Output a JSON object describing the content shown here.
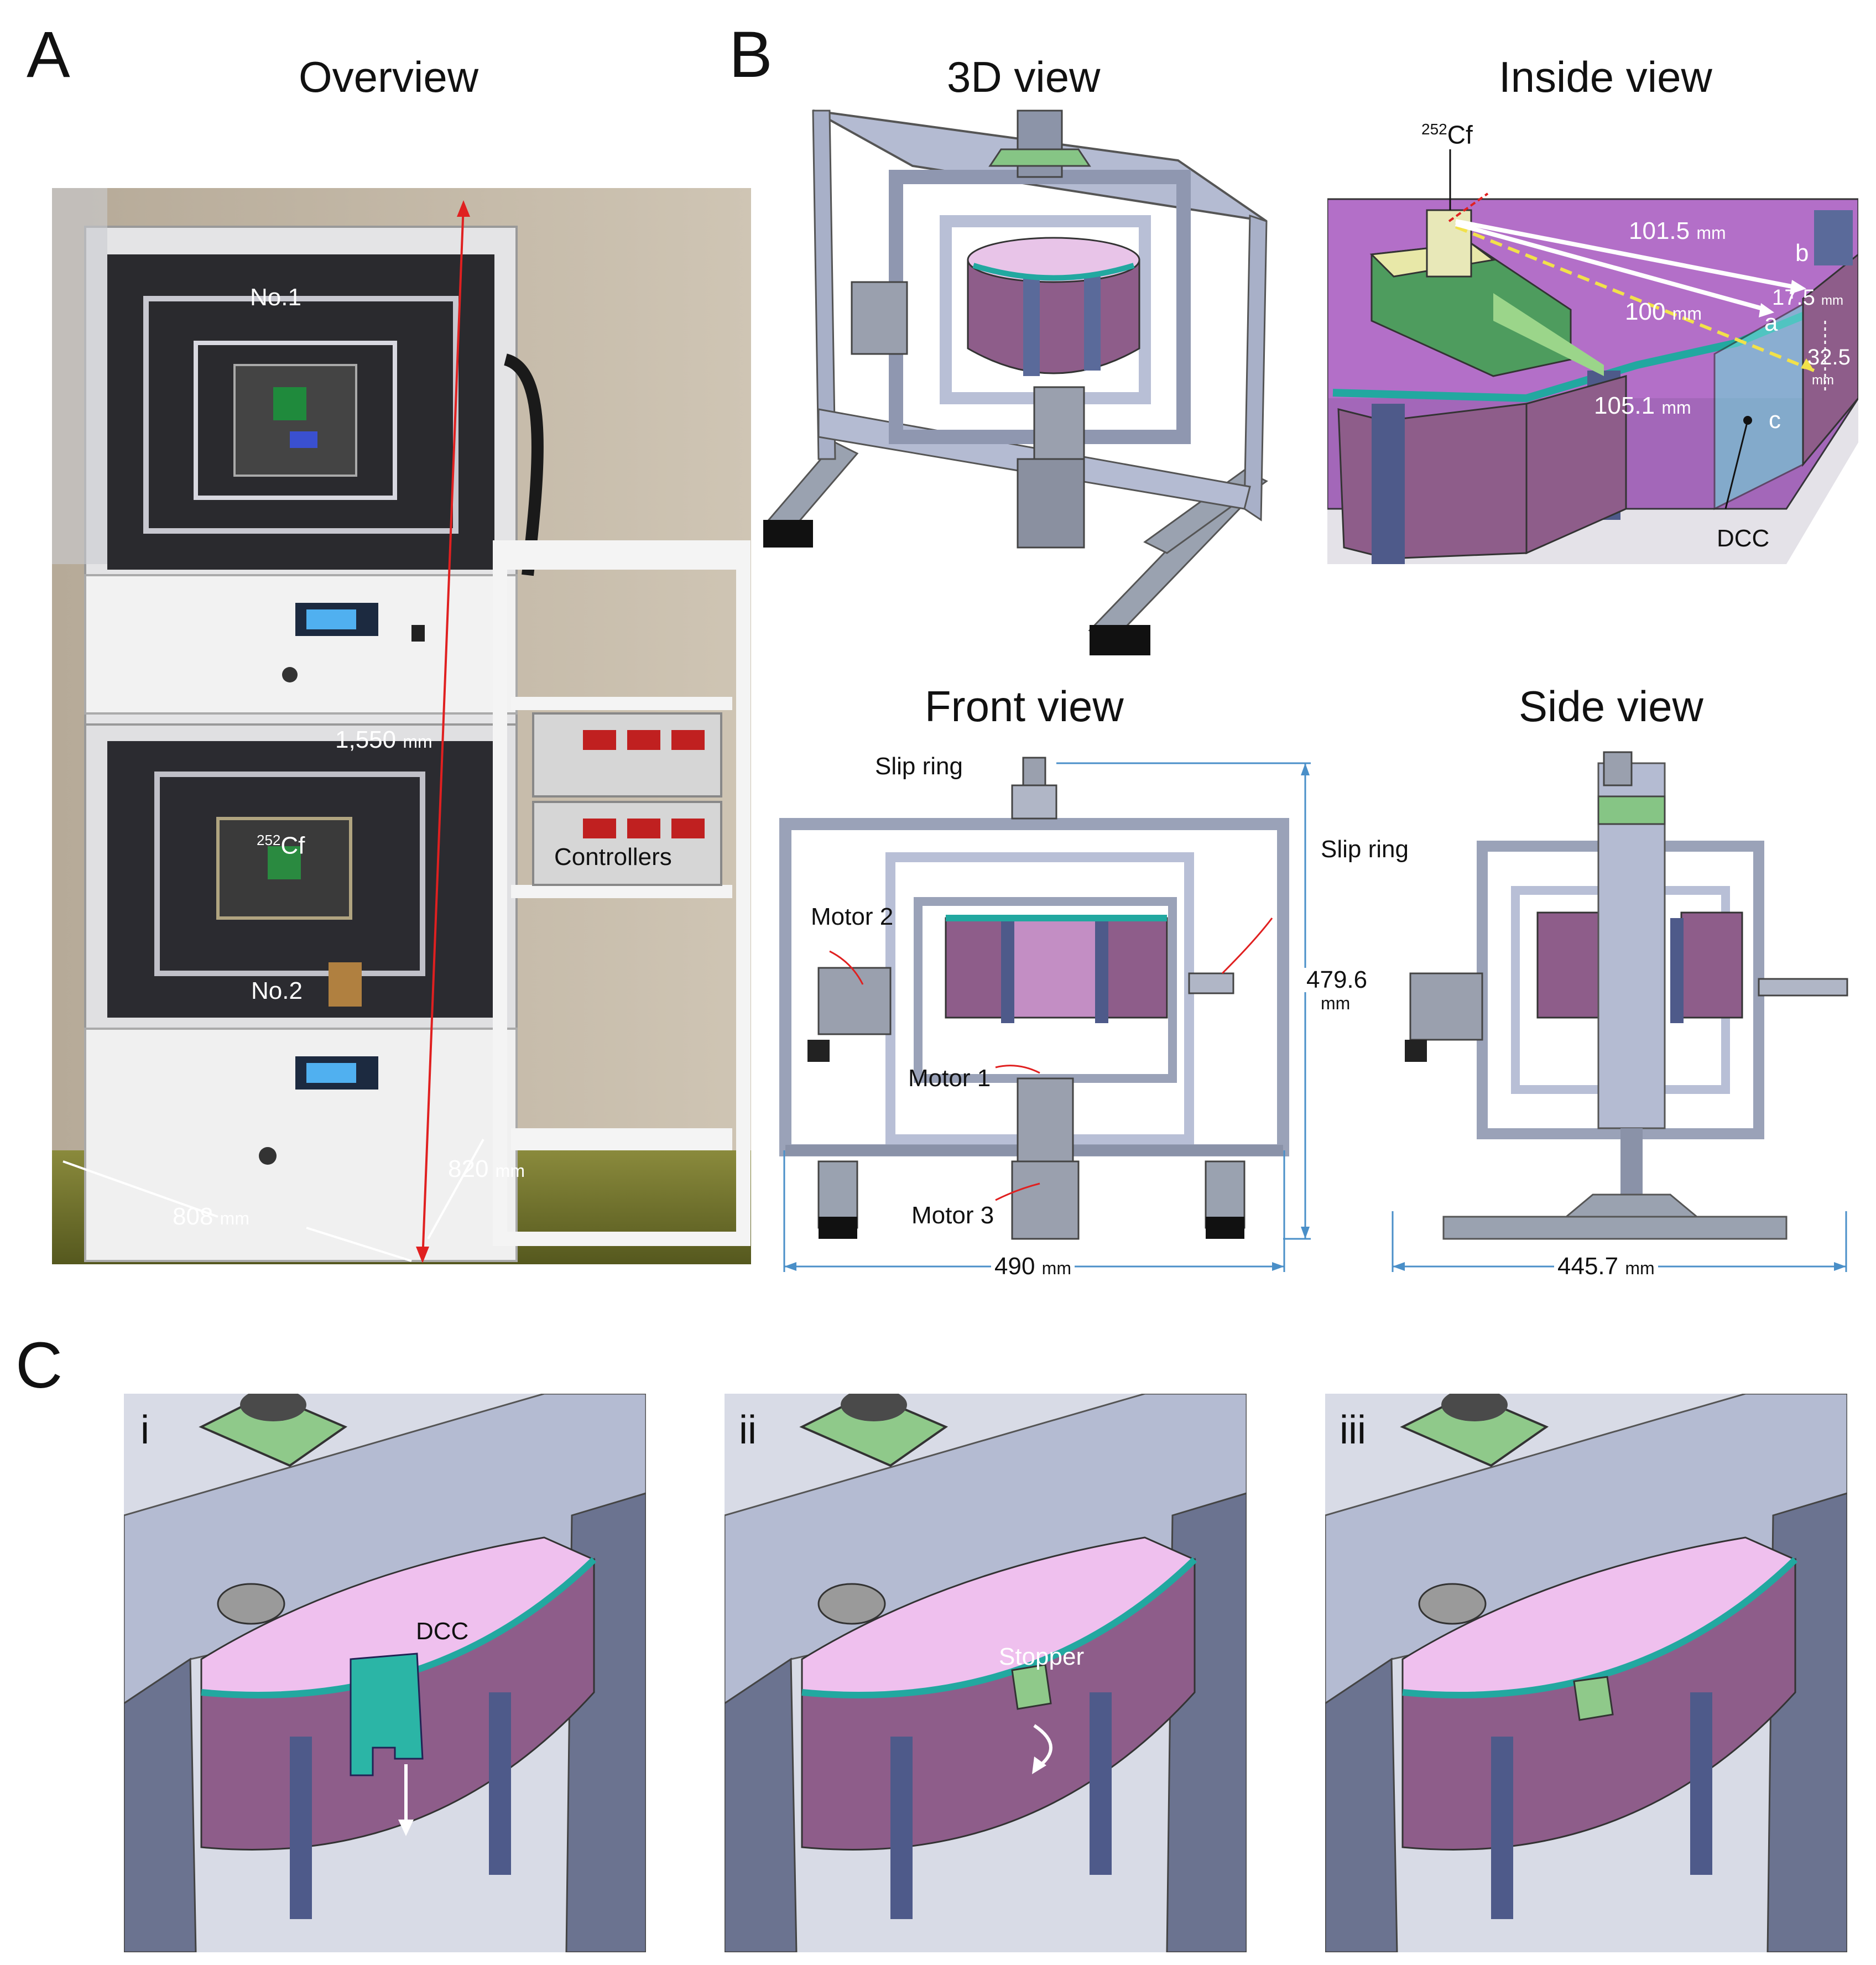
{
  "panels": {
    "A": {
      "letter": "A",
      "title": "Overview",
      "labels": {
        "no1": "No.1",
        "no2": "No.2",
        "controllers": "Controllers",
        "cf_sup": "252",
        "cf": "Cf",
        "h_val": "1,550",
        "h_unit": "mm",
        "w_val": "808",
        "w_unit": "mm",
        "d_val": "820",
        "d_unit": "mm"
      }
    },
    "B": {
      "letter": "B",
      "view_3d": "3D view",
      "view_inside": "Inside view",
      "view_front": "Front view",
      "view_side": "Side view",
      "inside": {
        "cf_sup": "252",
        "cf": "Cf",
        "d1": "101.5",
        "d2": "100",
        "d3": "105.1",
        "unit": "mm",
        "g1": "17.5",
        "g2": "32.5",
        "pa": "a",
        "pb": "b",
        "pc": "c",
        "dcc": "DCC"
      },
      "front": {
        "slip_top": "Slip ring",
        "slip_right": "Slip ring",
        "motor1": "Motor 1",
        "motor2": "Motor 2",
        "motor3": "Motor 3",
        "height_val": "479.6",
        "height_unit": "mm",
        "width_val": "490",
        "width_unit": "mm"
      },
      "side": {
        "width_val": "445.7",
        "width_unit": "mm"
      }
    },
    "C": {
      "letter": "C",
      "sub": [
        {
          "roman": "i",
          "label": "DCC"
        },
        {
          "roman": "ii",
          "label": "Stopper"
        },
        {
          "roman": "iii",
          "label": ""
        }
      ]
    }
  },
  "colors": {
    "frame": "#a6aec8",
    "frame_dark": "#6b7390",
    "pink": "#e6bde6",
    "purple": "#8e5d8a",
    "teal": "#22a8a0",
    "green": "#8fc98a",
    "dim": "#4a8fc8",
    "red": "#e02020"
  }
}
